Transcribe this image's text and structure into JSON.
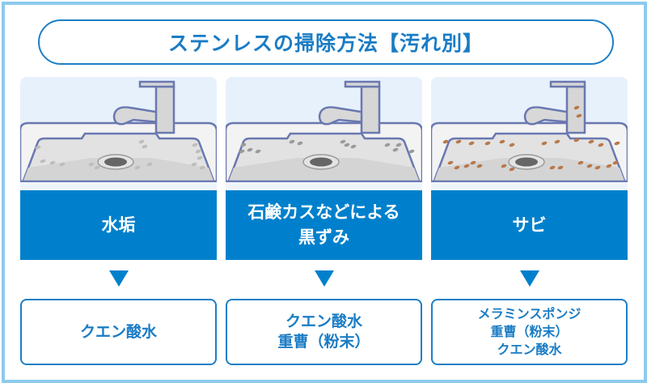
{
  "title": "ステンレスの掃除方法【汚れ別】",
  "colors": {
    "accent": "#0080cc",
    "border": "#8ccbec",
    "text": "#1a7cc4",
    "rust": "#b9784a",
    "scale": "#bdbdbd",
    "soap": "#9a9a9a"
  },
  "columns": [
    {
      "stain": "水垢",
      "stain_type": "scale",
      "cleaners": [
        "クエン酸水"
      ]
    },
    {
      "stain": "石鹸カスなどによる黒ずみ",
      "stain_lines": [
        "石鹸カスなどによる",
        "黒ずみ"
      ],
      "stain_type": "soap",
      "cleaners": [
        "クエン酸水",
        "重曹（粉末）"
      ]
    },
    {
      "stain": "サビ",
      "stain_type": "rust",
      "cleaners": [
        "メラミンスポンジ",
        "重曹（粉末）",
        "クエン酸水"
      ]
    }
  ]
}
